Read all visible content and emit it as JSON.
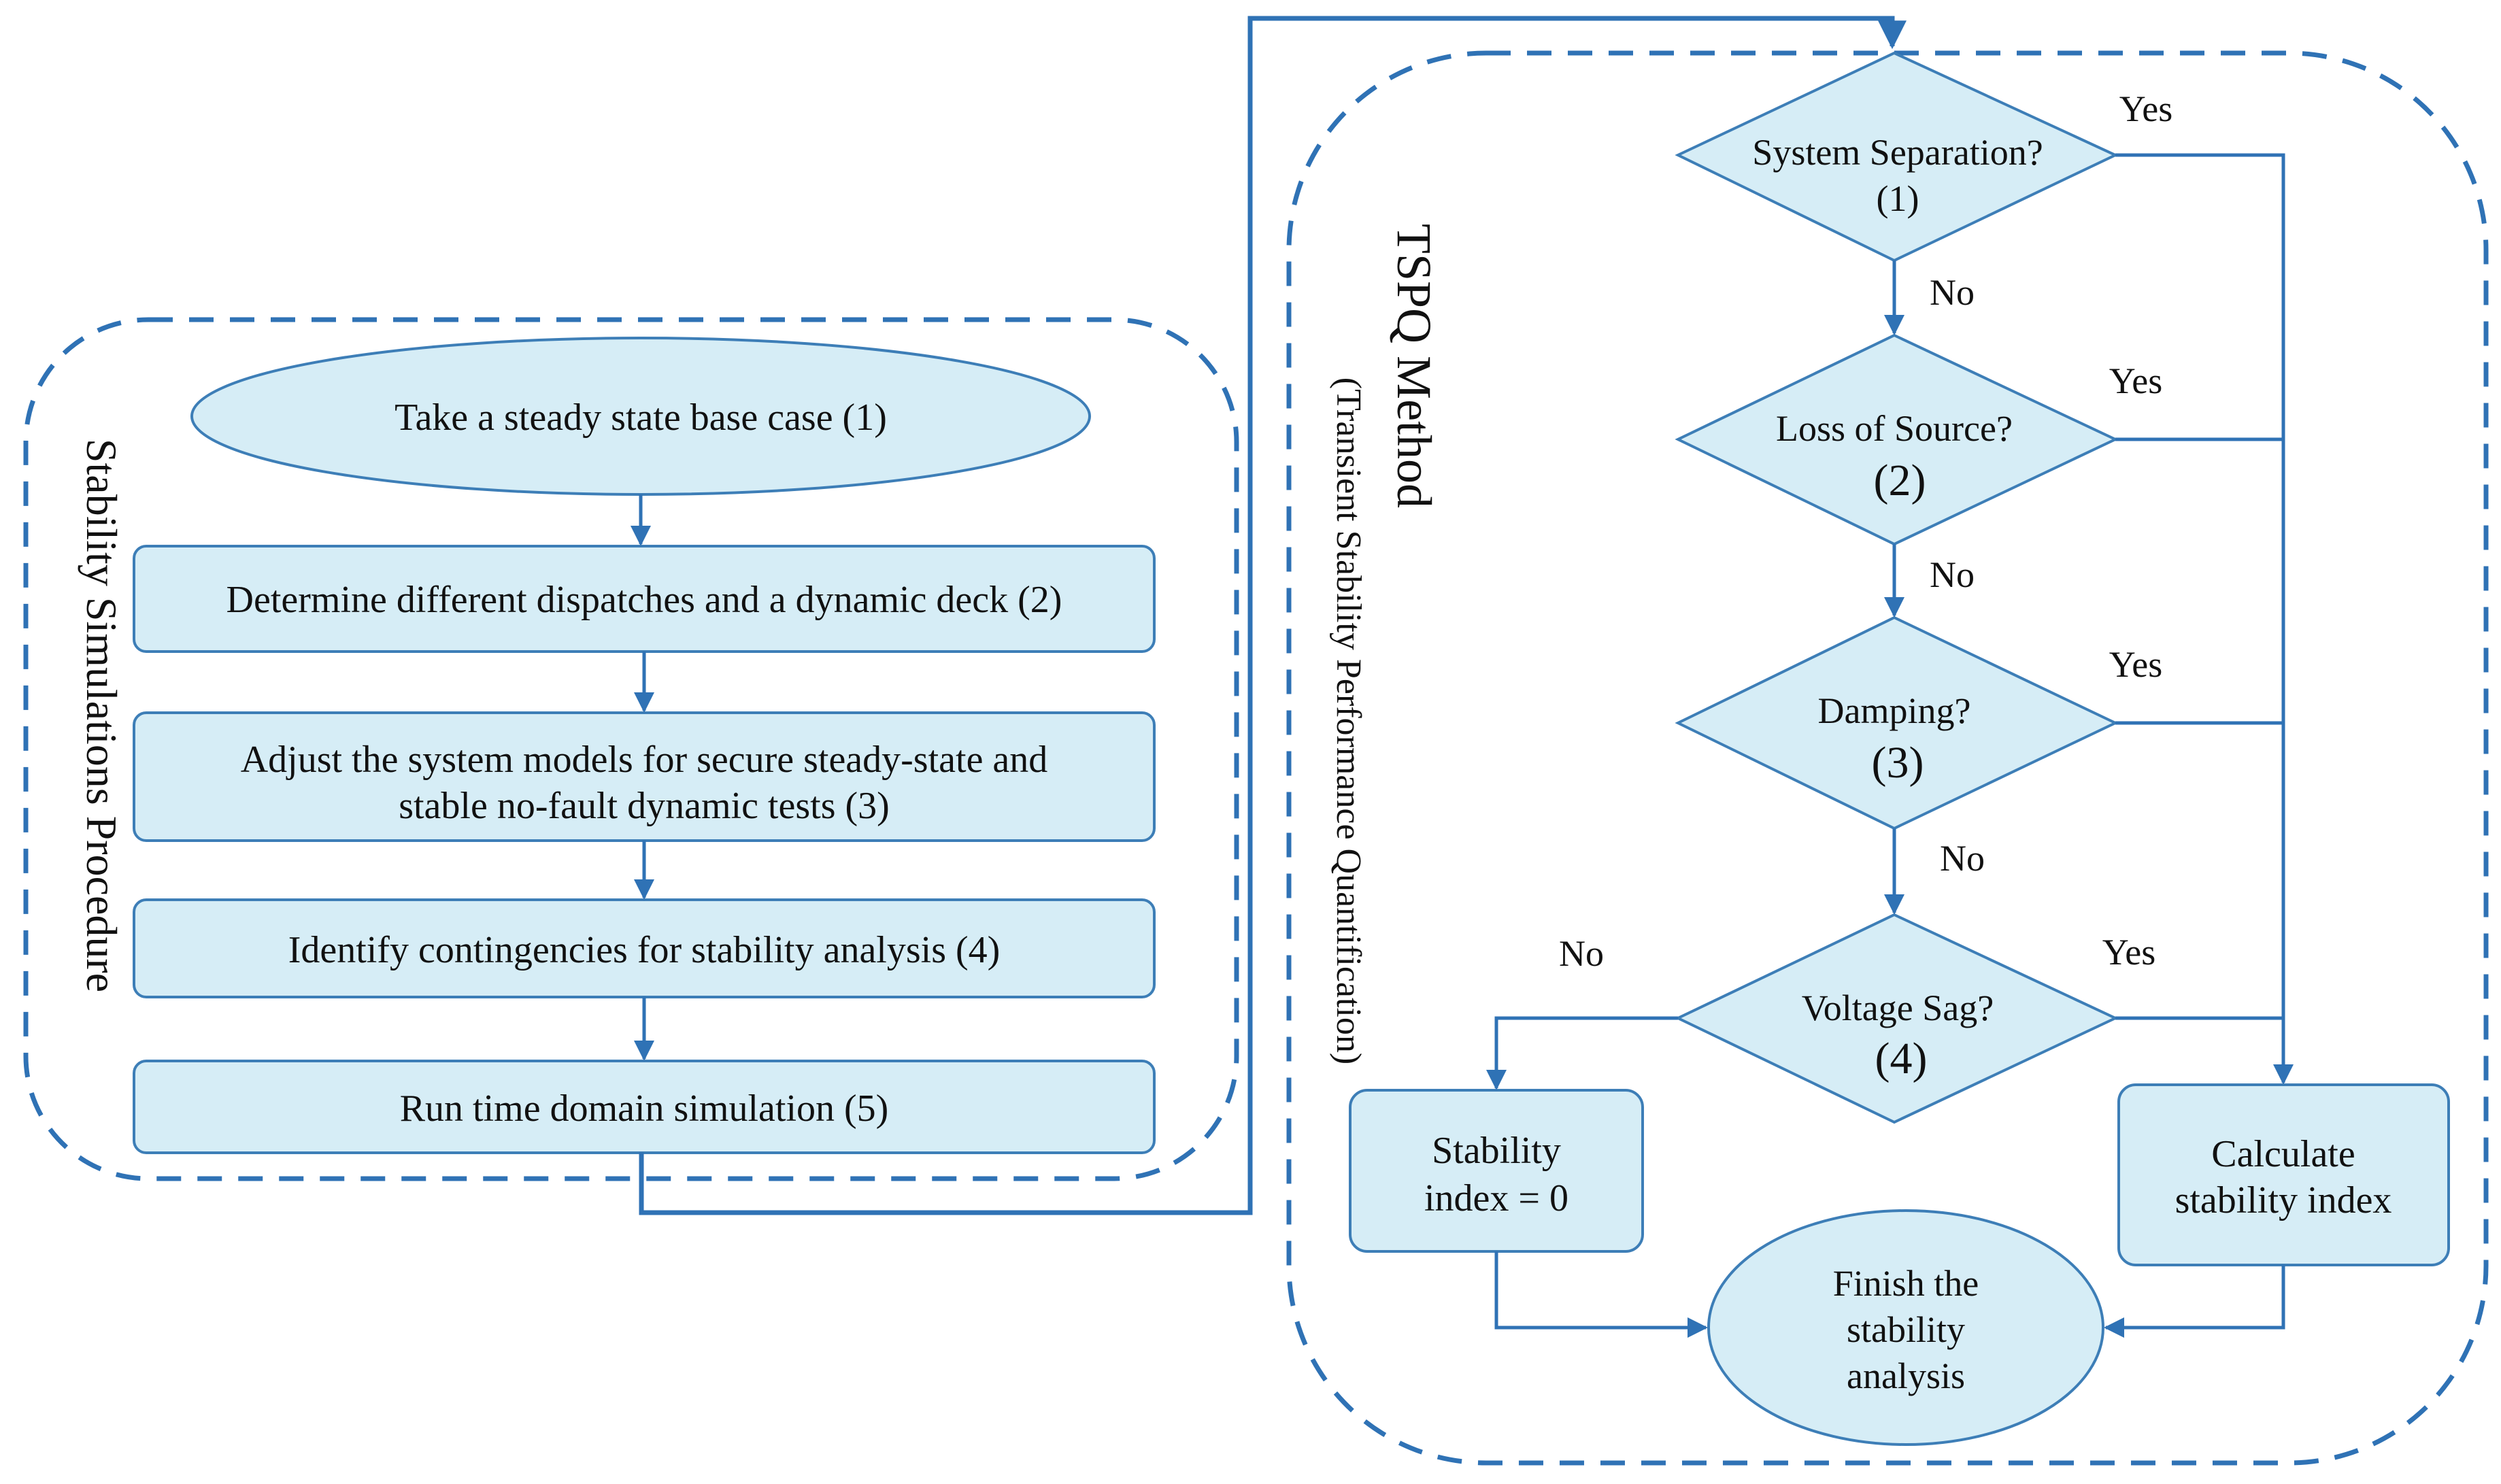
{
  "left_panel": {
    "title": "Stability Simulations Procedure",
    "steps": [
      "Take a steady state base case (1)",
      "Determine different dispatches and a dynamic deck (2)",
      "Adjust the system models for secure steady-state and",
      "stable no-fault dynamic tests (3)",
      "Identify contingencies for stability analysis (4)",
      "Run time domain simulation (5)"
    ]
  },
  "right_panel": {
    "title": "TSPQ Method",
    "subtitle": "(Transient Stability Performance Quantification)",
    "decisions": [
      {
        "label": "System Separation?",
        "number": "(1)"
      },
      {
        "label": "Loss of Source?",
        "number": "(2)"
      },
      {
        "label": "Damping?",
        "number": "(3)"
      },
      {
        "label": "Voltage Sag?",
        "number": "(4)"
      }
    ],
    "yes_label": "Yes",
    "no_label": "No",
    "stability_zero": [
      "Stability",
      "index = 0"
    ],
    "calculate": [
      "Calculate",
      "stability index"
    ],
    "finish": [
      "Finish the",
      "stability",
      "analysis"
    ]
  },
  "colors": {
    "fill": "#d6edf6",
    "stroke": "#3d7eb7",
    "line": "#2f72b5"
  }
}
